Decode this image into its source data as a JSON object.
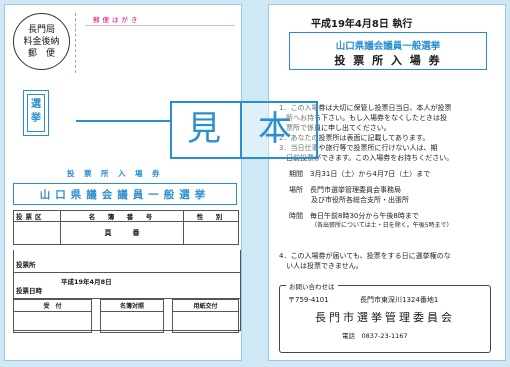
{
  "left": {
    "header": "郵便はがき",
    "stamp": [
      "長門局",
      "料金後納",
      "郵　便"
    ],
    "senkyo_box": [
      "選",
      "挙"
    ],
    "admission_label": "投　票　所　入　場　券",
    "title": "山口県議会議員一般選挙",
    "table_headers": [
      "投票区",
      "名　簿　番　号",
      "性　別"
    ],
    "row2_mid": "頁　　　番",
    "polling_place_label": "投票所",
    "polling_date_label": "投票日時",
    "polling_date": "平成19年4月8日",
    "footer_cells": [
      "受　付",
      "名簿対照",
      "用紙交付"
    ]
  },
  "right": {
    "execution": "平成19年4月8日 執行",
    "election_title": "山口県議会議員一般選挙",
    "ticket_title": "投 票 所 入 場 券",
    "notes": [
      "1．この入場券は大切に保管し投票日当日、本人が投票",
      "　所へお持ち下さい。もし入場券をなくしたときは投",
      "　票所で係員に申し出てください。",
      "2．あなたの投票所は表面に記載してあります。",
      "3．当日仕事や旅行等で投票所に行けない人は、期",
      "　日前投票ができます。この入場券をお持ちください。"
    ],
    "period_label": "期間",
    "period": "3月31日（土）から4月7日（土）まで",
    "place_label": "場所",
    "place_lines": [
      "長門市選挙管理委員会事務局",
      "及び市役所各総合支所・出張所"
    ],
    "time_label": "時間",
    "time_lines": [
      "毎日午前8時30分から午後8時まで",
      "（各出張所については土・日を除く。午後5時まで）"
    ],
    "note4": [
      "4．この入場券が届いても、投票をする日に選挙権のな",
      "　い人は投票できません。"
    ],
    "inquiry_header": "お問い合わせは",
    "postal": "〒759-4101",
    "address": "長門市東深川1324番地1",
    "committee": "長門市選挙管理委員会",
    "phone_label": "電話",
    "phone": "0837-23-1167"
  },
  "watermark": [
    "見",
    "本"
  ]
}
